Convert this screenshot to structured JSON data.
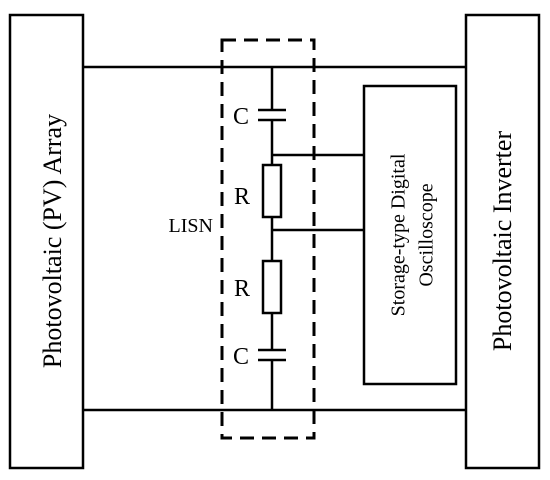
{
  "blocks": {
    "pv_array": "Photovoltaic (PV) Array",
    "inverter": "Photovoltaic Inverter",
    "oscilloscope_line1": "Storage-type Digital",
    "oscilloscope_line2": "Oscilloscope"
  },
  "lisn": {
    "label": "LISN",
    "capacitor_top": "C",
    "resistor_top": "R",
    "resistor_bottom": "R",
    "capacitor_bottom": "C"
  },
  "colors": {
    "stroke": "#000000",
    "background": "#ffffff"
  }
}
